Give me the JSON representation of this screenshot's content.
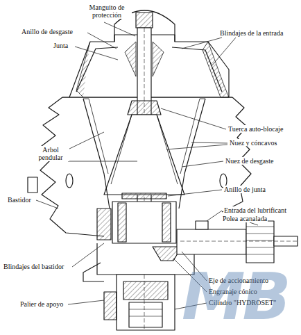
{
  "diagram": {
    "labels": [
      "Manguito de protección",
      "Anillo de desgaste",
      "Junta",
      "Blindajes de la entrada",
      "Tuerca auto-blocaje",
      "Arbol pendular",
      "Nuez y cóncavos",
      "Nuez de desgaste",
      "Anillo de junta",
      "Bastidor",
      "Entrada del lubrificant",
      "Polea acanalada",
      "Blindajes del bastidor",
      "Eje de accionamiento",
      "Engranaje cónico",
      "Palier de apoyo",
      "Cilindro \"HYDROSET\"",
      "MB"
    ]
  }
}
